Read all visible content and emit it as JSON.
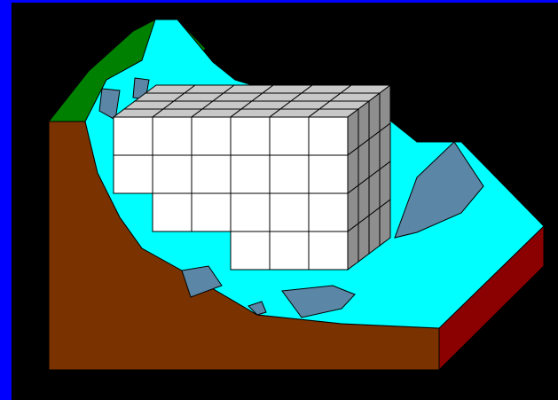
{
  "colors": {
    "frame": "#0000FF",
    "background": "#000000",
    "grass": "#008000",
    "soil": "#7A3300",
    "water": "#00FFFF",
    "rock": "#5B86A6",
    "side_red": "#8B0000",
    "block_front": "#FFFFFF",
    "block_top": "#C8C8C8",
    "block_side": "#8E8E8E",
    "edge": "#000000"
  },
  "block_grid": {
    "columns": 6,
    "rows": 4,
    "depth": 4,
    "front_missing_cells": [
      [
        0,
        2
      ],
      [
        0,
        3
      ],
      [
        1,
        3
      ],
      [
        2,
        3
      ]
    ]
  }
}
